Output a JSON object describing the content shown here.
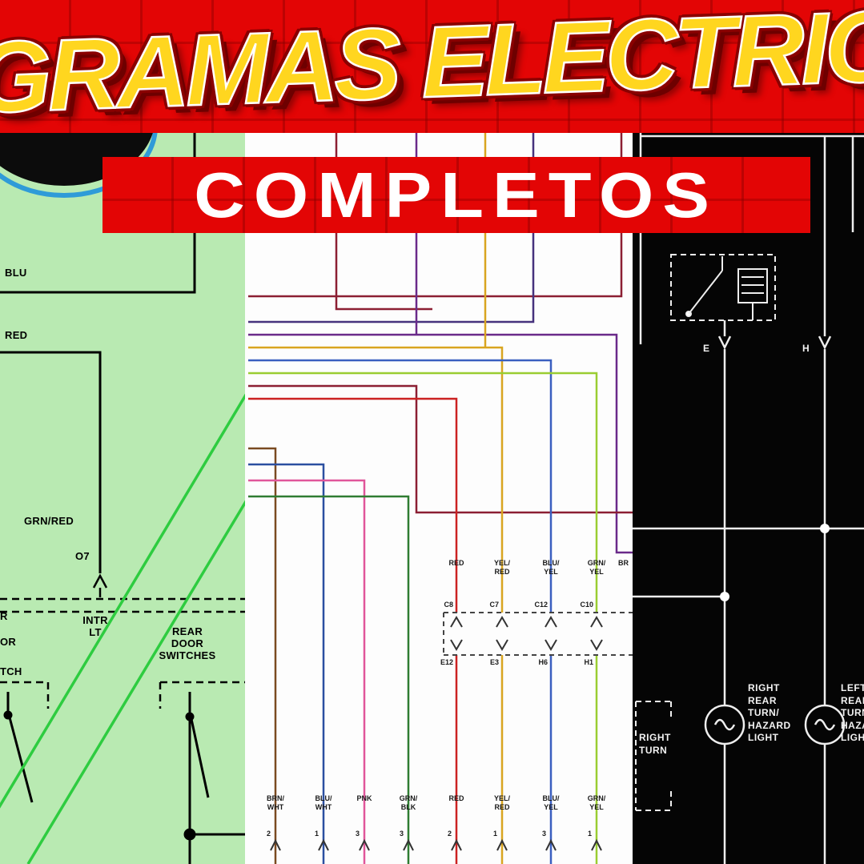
{
  "banner": {
    "title": "GRAMAS ELECTRIC",
    "subtitle": "COMPLETOS"
  },
  "left_panel": {
    "wire_blu": "BLU",
    "wire_red": "RED",
    "wire_grn_red": "GRN/RED",
    "connector_o7": "O7",
    "intr_lt": "INTR\nLT",
    "rear_door_switches": "REAR\nDOOR\nSWITCHES",
    "edge_fragment_1": "R",
    "edge_fragment_2": "OR",
    "edge_fragment_3": "TCH"
  },
  "middle_panel": {
    "mid_wire_labels": [
      "RED",
      "YEL/\nRED",
      "BLU/\nYEL",
      "GRN/\nYEL",
      "BR"
    ],
    "connector_pins_top": [
      "C8",
      "C7",
      "C12",
      "C10"
    ],
    "connector_pins_bottom": [
      "E12",
      "E3",
      "H6",
      "H1"
    ],
    "bottom_wire_labels": [
      "BRN/\nWHT",
      "BLU/\nWHT",
      "PNK",
      "GRN/\nBLK",
      "RED",
      "YEL/\nRED",
      "BLU/\nYEL",
      "GRN/\nYEL"
    ],
    "bottom_pin_numbers": [
      "2",
      "1",
      "3",
      "3",
      "2",
      "1",
      "3",
      "1"
    ]
  },
  "right_panel": {
    "terminal_e": "E",
    "terminal_h": "H",
    "right_rear_label": "RIGHT\nREAR\nTURN/\nHAZARD\nLIGHT",
    "left_rear_label": "LEFT\nREAR\nTURN/\nHAZARD\nLIGHT",
    "right_turn_label": "RIGHT\nTURN"
  },
  "colors": {
    "banner_red": "#e30505",
    "title_yellow": "#ffd61f",
    "subtitle_white": "#ffffff",
    "left_panel_green": "#b9eab2",
    "right_panel_black": "#050505",
    "diagonal_green": "#2ecc40"
  }
}
